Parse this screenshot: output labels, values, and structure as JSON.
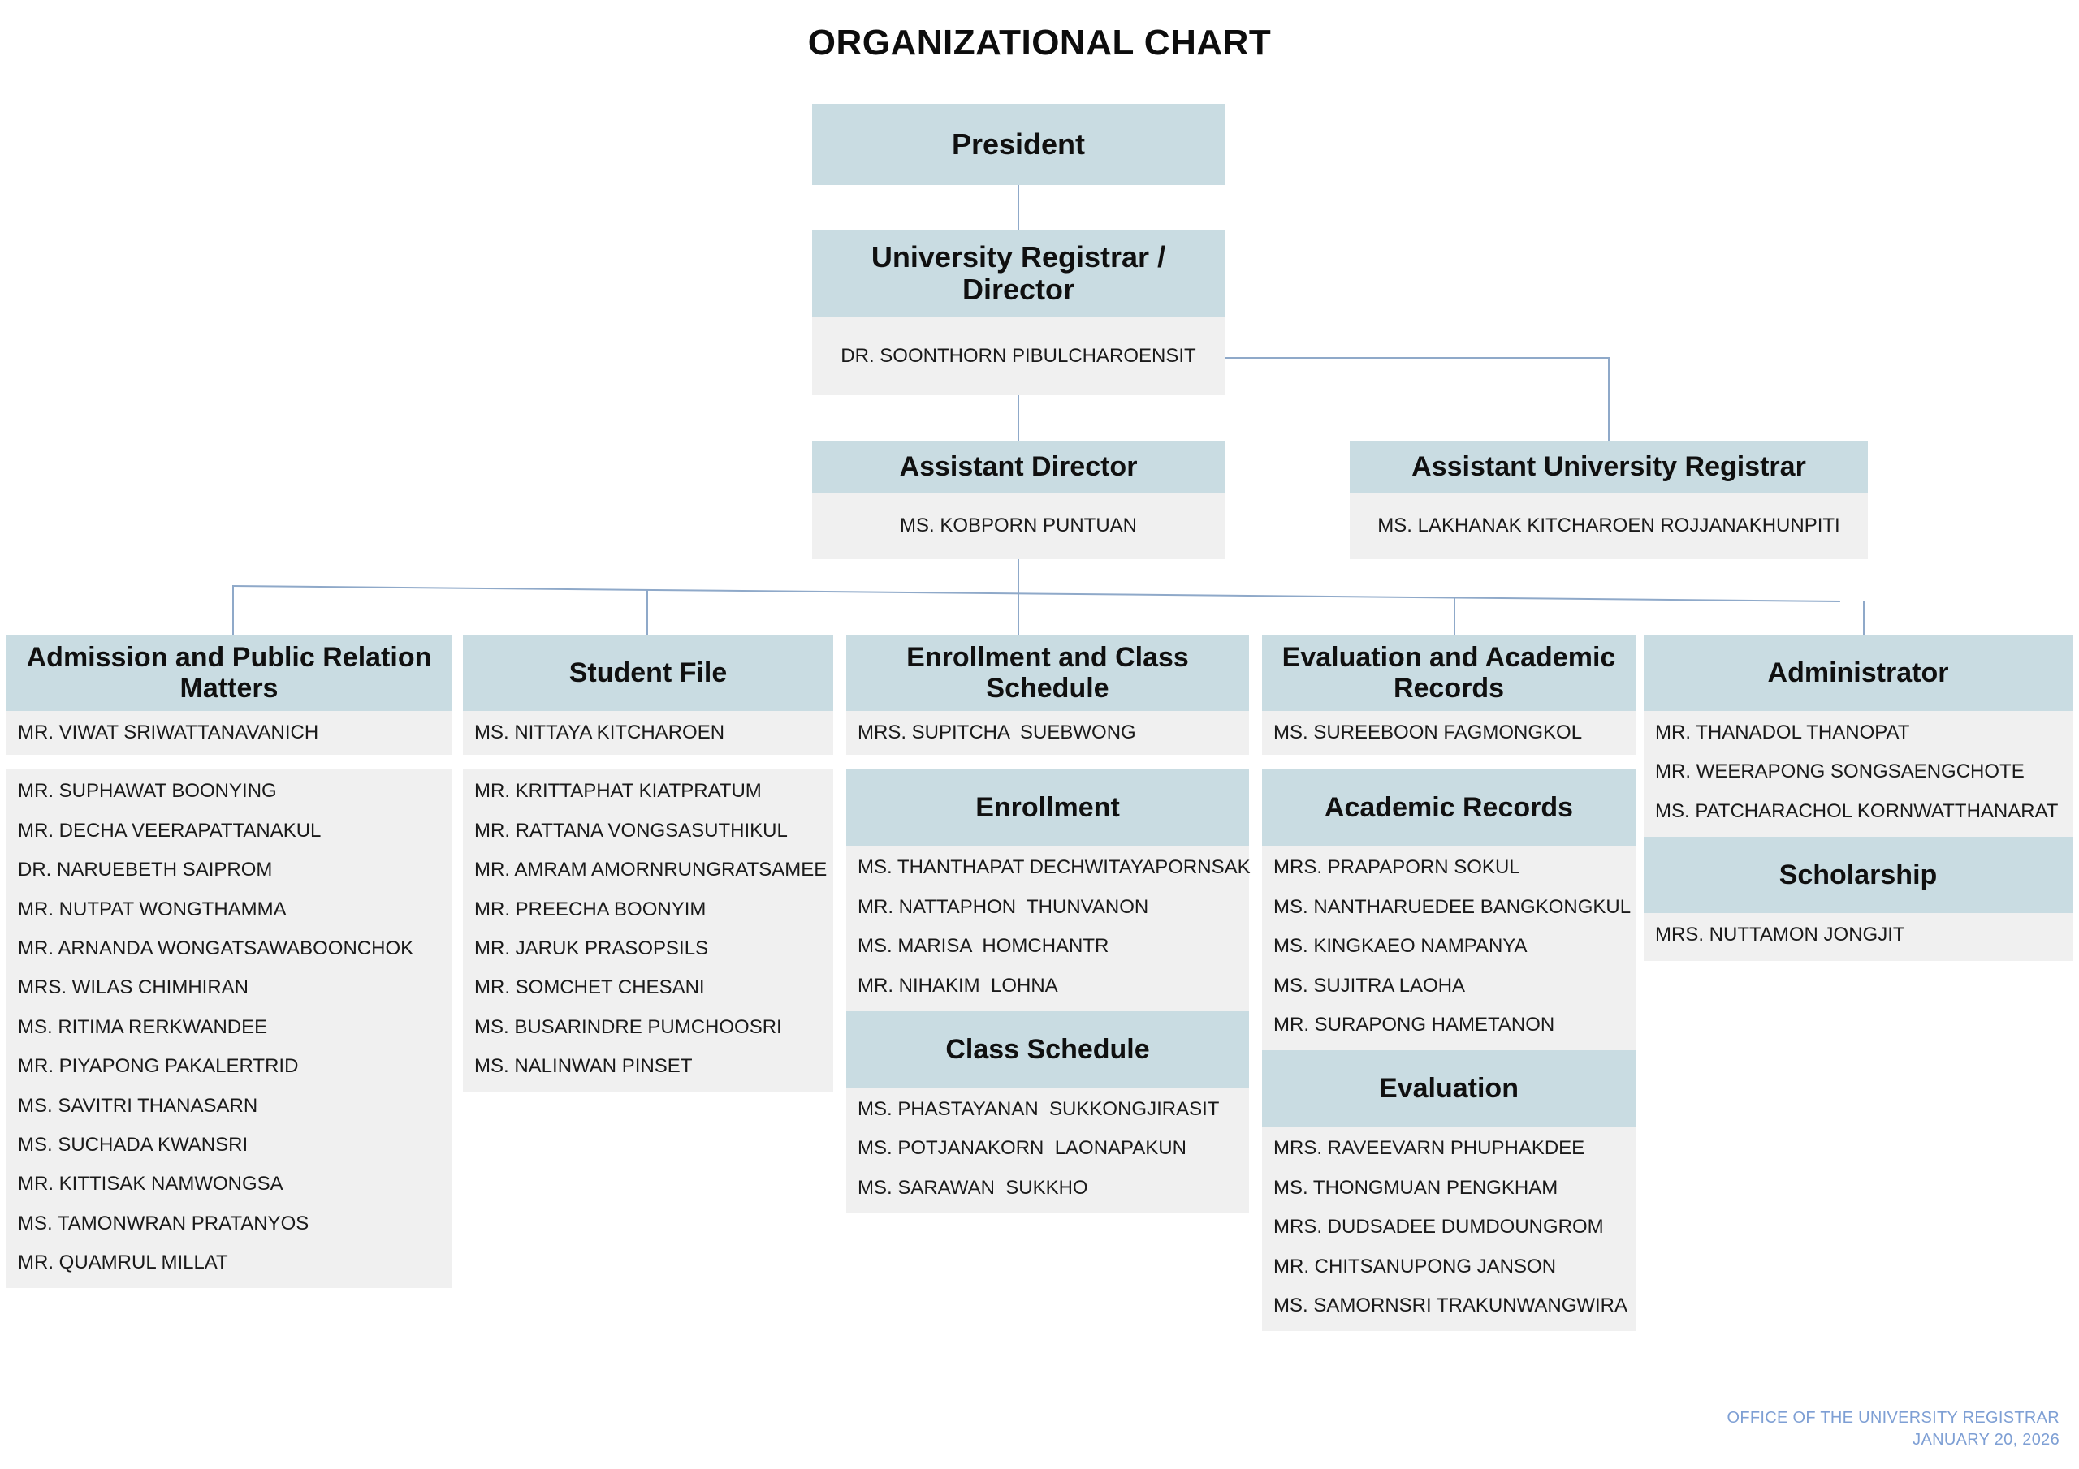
{
  "title": "ORGANIZATIONAL CHART",
  "colors": {
    "header_blue": "#c9dce2",
    "body_gray": "#f0f0f0",
    "connector": "#8fa9c9",
    "footer_text": "#7e9fd4"
  },
  "hierarchy": {
    "president": {
      "title": "President"
    },
    "registrar": {
      "title": "University Registrar / Director",
      "person": "DR. SOONTHORN PIBULCHAROENSIT"
    },
    "assistant_director": {
      "title": "Assistant Director",
      "person": "MS. KOBPORN PUNTUAN"
    },
    "assistant_registrar": {
      "title": "Assistant University Registrar",
      "person": "MS. LAKHANAK KITCHAROEN ROJJANAKHUNPITI"
    }
  },
  "departments": [
    {
      "name": "Admission and Public Relation Matters",
      "lead": "MR. VIWAT SRIWATTANAVANICH",
      "members": [
        "MR. SUPHAWAT BOONYING",
        "MR. DECHA VEERAPATTANAKUL",
        "DR. NARUEBETH SAIPROM",
        "MR. NUTPAT WONGTHAMMA",
        "MR. ARNANDA WONGATSAWABOONCHOK",
        "MRS. WILAS CHIMHIRAN",
        "MS. RITIMA RERKWANDEE",
        "MR. PIYAPONG PAKALERTRID",
        "MS. SAVITRI THANASARN",
        "MS. SUCHADA KWANSRI",
        "MR. KITTISAK NAMWONGSA",
        "MS. TAMONWRAN PRATANYOS",
        "MR. QUAMRUL MILLAT"
      ]
    },
    {
      "name": "Student File",
      "lead": "MS. NITTAYA KITCHAROEN",
      "members": [
        "MR. KRITTAPHAT KIATPRATUM",
        "MR. RATTANA VONGSASUTHIKUL",
        "MR. AMRAM AMORNRUNGRATSAMEE",
        "MR. PREECHA BOONYIM",
        "MR. JARUK PRASOPSILS",
        "MR. SOMCHET CHESANI",
        "MS. BUSARINDRE PUMCHOOSRI",
        "MS. NALINWAN PINSET"
      ]
    },
    {
      "name": "Enrollment and Class Schedule",
      "lead": "MRS. SUPITCHA  SUEBWONG",
      "subsections": [
        {
          "name": "Enrollment",
          "members": [
            "MS. THANTHAPAT DECHWITAYAPORNSAK",
            "MR. NATTAPHON  THUNVANON",
            "MS. MARISA  HOMCHANTR",
            "MR. NIHAKIM  LOHNA"
          ]
        },
        {
          "name": "Class Schedule",
          "members": [
            "MS. PHASTAYANAN  SUKKONGJIRASIT",
            "MS. POTJANAKORN  LAONAPAKUN",
            "MS. SARAWAN  SUKKHO"
          ]
        }
      ]
    },
    {
      "name": "Evaluation and Academic Records",
      "lead": "MS. SUREEBOON FAGMONGKOL",
      "subsections": [
        {
          "name": "Academic Records",
          "members": [
            "MRS. PRAPAPORN SOKUL",
            "MS. NANTHARUEDEE BANGKONGKUL",
            "MS. KINGKAEO NAMPANYA",
            "MS. SUJITRA LAOHA",
            "MR. SURAPONG HAMETANON"
          ]
        },
        {
          "name": "Evaluation",
          "members": [
            "MRS. RAVEEVARN PHUPHAKDEE",
            "MS. THONGMUAN PENGKHAM",
            "MRS. DUDSADEE DUMDOUNGROM",
            "MR. CHITSANUPONG JANSON",
            "MS. SAMORNSRI TRAKUNWANGWIRA"
          ]
        }
      ]
    },
    {
      "name": "Administrator",
      "members": [
        "MR. THANADOL THANOPAT",
        "MR. WEERAPONG SONGSAENGCHOTE",
        "MS. PATCHARACHOL KORNWATTHANARAT"
      ],
      "subsections": [
        {
          "name": "Scholarship",
          "members": [
            "MRS. NUTTAMON JONGJIT"
          ]
        }
      ]
    }
  ],
  "footer": {
    "line1": "OFFICE OF THE UNIVERSITY REGISTRAR",
    "line2": "JANUARY 20, 2026"
  }
}
